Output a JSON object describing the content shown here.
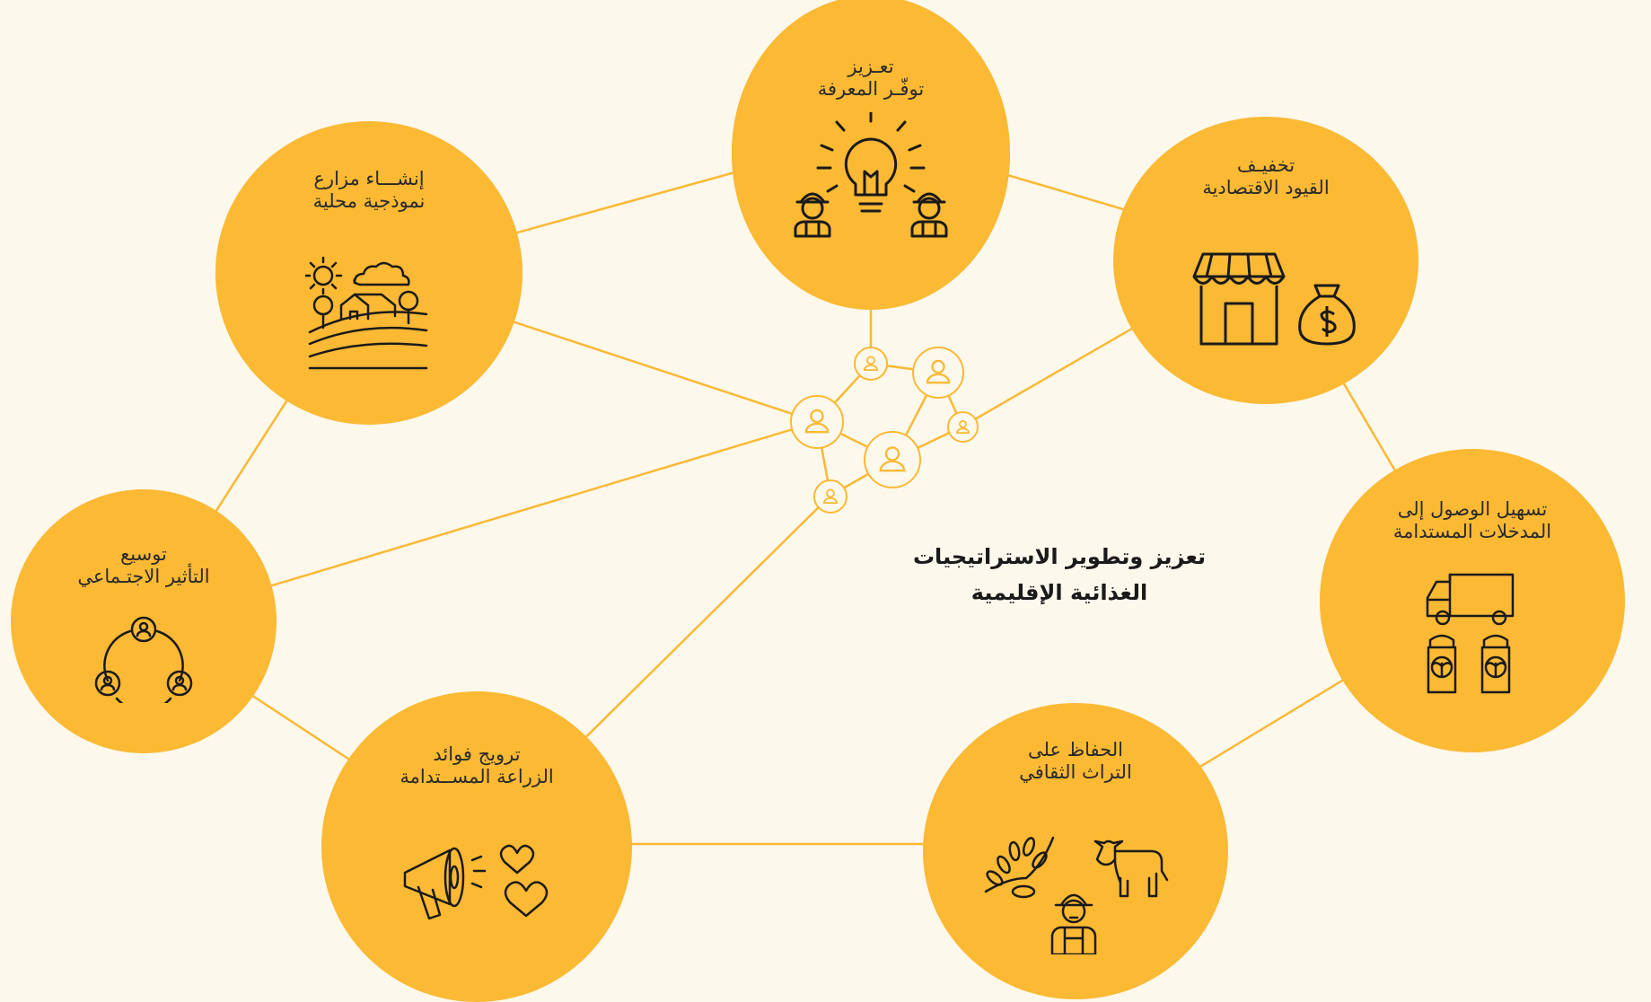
{
  "title": {
    "line1": "تعزيز وتطوير الاستراتيجيات",
    "line2": "الغذائية الإقليمية"
  },
  "colors": {
    "accent": "#fbb934",
    "background": "#fdf8ec",
    "text": "#1a1a1a"
  },
  "nodes": {
    "knowledge": {
      "line1": "تعـزيز",
      "line2": "توفّـر المعرفة",
      "icon": "lightbulb-farmers-icon"
    },
    "economic": {
      "line1": "تخفيـف",
      "line2": "القيود الاقتصادية",
      "icon": "market-money-icon"
    },
    "model_farms": {
      "line1": "إنشـــاء مزارع",
      "line2": "نموذجية محلية",
      "icon": "farm-landscape-icon"
    },
    "inputs": {
      "line1": "تسهيل الوصول إلى",
      "line2": "المدخلات المستدامة",
      "icon": "truck-sacks-icon"
    },
    "social": {
      "line1": "توسيع",
      "line2": "التأثير الاجتـماعي",
      "icon": "community-cycle-icon"
    },
    "promote": {
      "line1": "ترويج فوائد",
      "line2": "الزراعة المســتدامة",
      "icon": "megaphone-hearts-icon"
    },
    "heritage": {
      "line1": "الحفاظ على",
      "line2": "التراث الثقافي",
      "icon": "olive-cow-farmer-icon"
    }
  }
}
